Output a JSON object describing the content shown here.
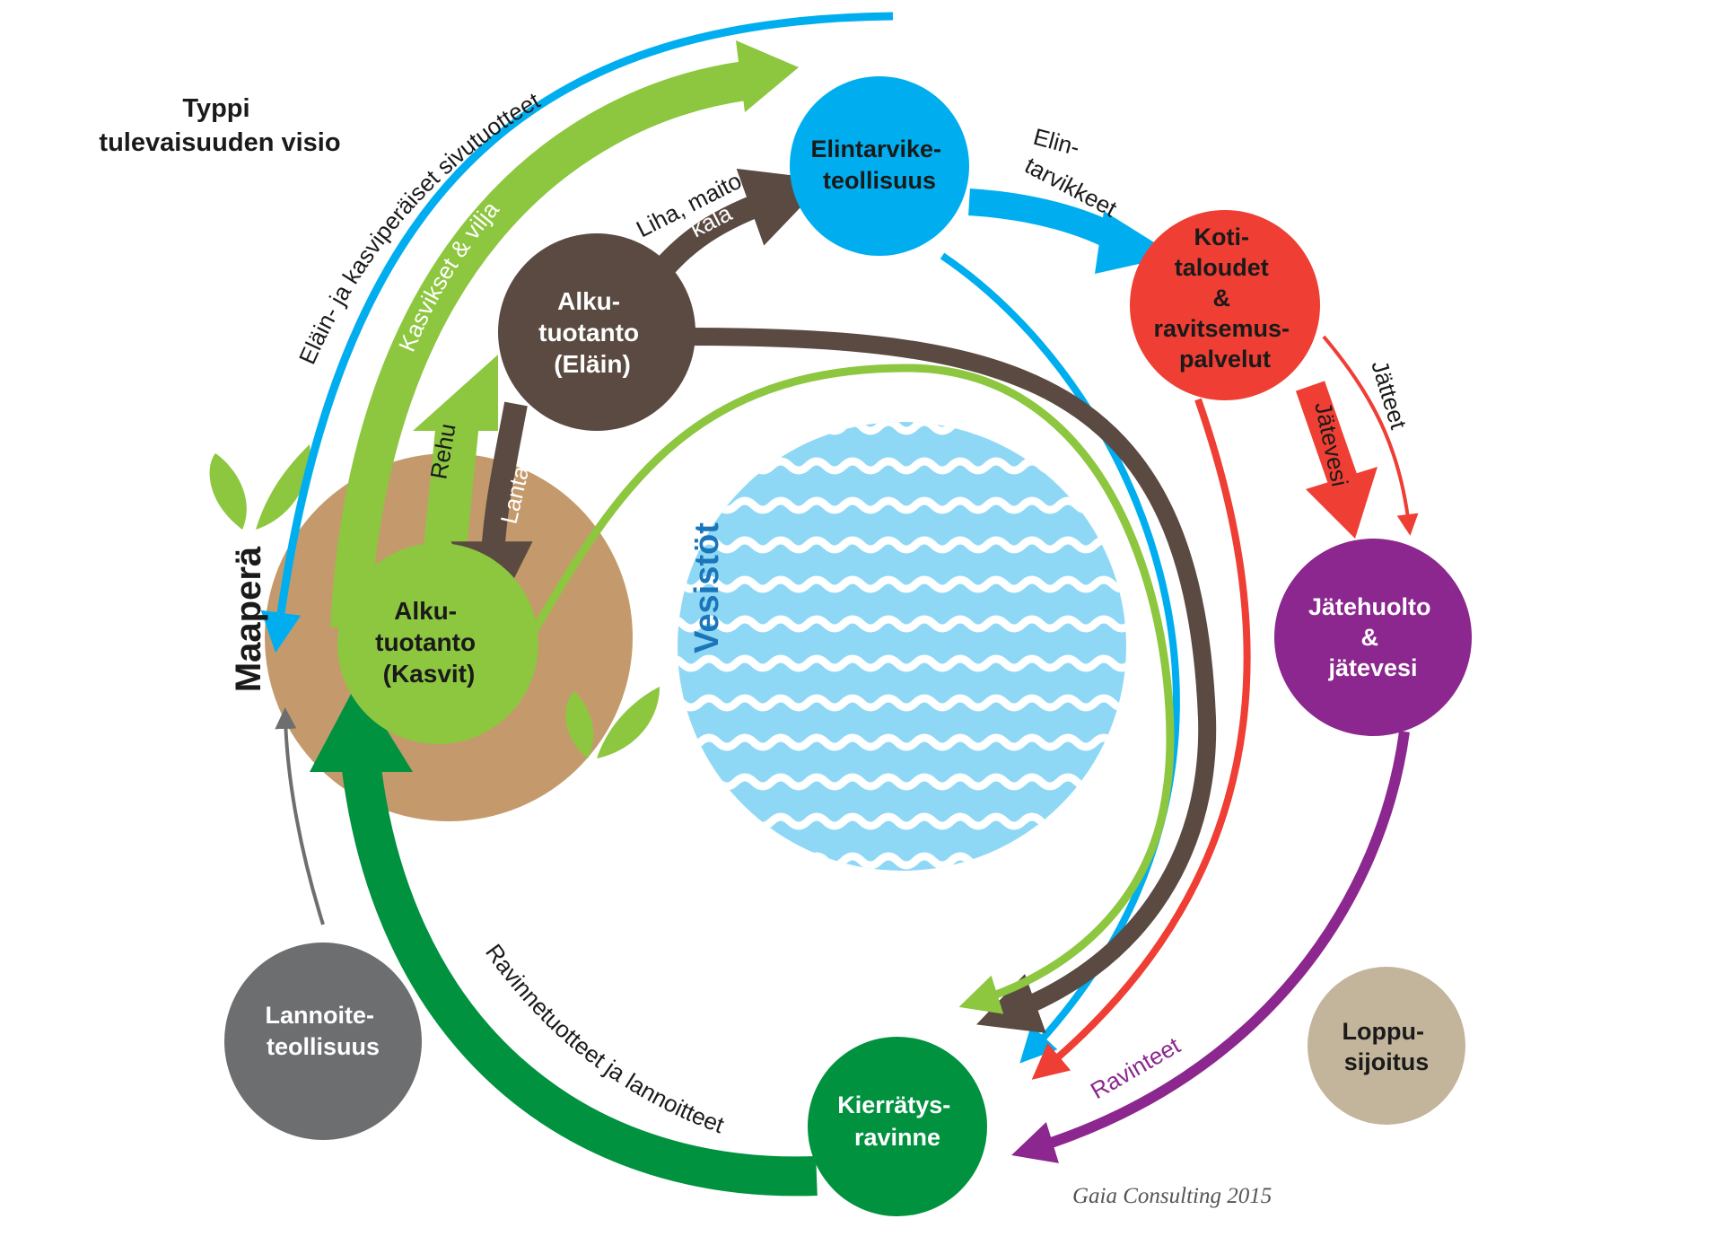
{
  "title": [
    "Typpi",
    "tulevaisuuden visio"
  ],
  "nodes": {
    "elintarviketeollisuus": [
      "Elintarvike-",
      "teollisuus"
    ],
    "kotitaloudet": [
      "Koti-",
      "taloudet",
      "&",
      "ravitsemus-",
      "palvelut"
    ],
    "jatehuolto": [
      "Jätehuolto",
      "&",
      "jätevesi"
    ],
    "loppusijoitus": [
      "Loppu-",
      "sijoitus"
    ],
    "kierratysravinne": [
      "Kierrätys-",
      "ravinne"
    ],
    "lannoiteteollisuus": [
      "Lannoite-",
      "teollisuus"
    ],
    "alkutuotanto_elain": [
      "Alku-",
      "tuotanto",
      "(Eläin)"
    ],
    "alkutuotanto_kasvit": [
      "Alku-",
      "tuotanto",
      "(Kasvit)"
    ],
    "maapera": "Maaperä",
    "vesistot": "Vesistöt"
  },
  "flows": {
    "elain_kasvi_sivutuotteet": "Eläin- ja kasviperäiset sivutuotteet",
    "kasvikset_vilja": "Kasvikset & vilja",
    "liha_maito": "Liha, maito",
    "kala": "kala",
    "rehu": "Rehu",
    "lanta": "Lanta",
    "elintarvikkeet": [
      "Elin-",
      "tarvikkeet"
    ],
    "jatevesi": "Jätevesi",
    "jatteet": "Jätteet",
    "ravinteet": "Ravinteet",
    "ravinnetuotteet": "Ravinnetuotteet ja lannoitteet"
  },
  "credit": "Gaia Consulting 2015",
  "colors": {
    "blue": "#00aeef",
    "red": "#ef3e33",
    "purple": "#8b278e",
    "green_light": "#8dc63f",
    "green_dark": "#00923f",
    "brown": "#5a4a41",
    "grey": "#6d6e70",
    "tan": "#c2b59b",
    "soil": "#c49a6c",
    "water": "#8fd8f5"
  }
}
